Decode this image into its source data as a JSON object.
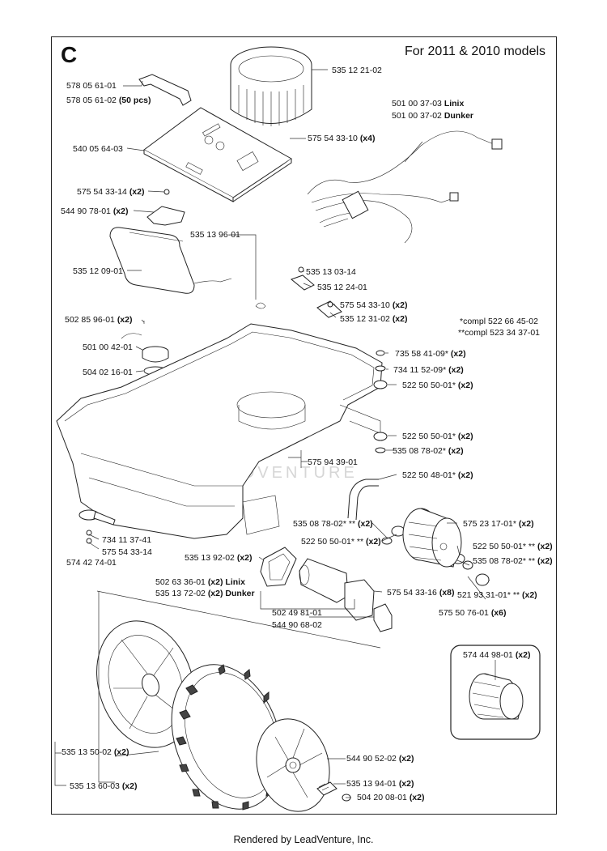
{
  "section_letter": "C",
  "models_title": "For 2011 & 2010 models",
  "footer": "Rendered by LeadVenture, Inc.",
  "watermark": "LEADVENTURE",
  "compl_notes": [
    {
      "mark": "*compl",
      "part": "522 66 45-02"
    },
    {
      "mark": "**compl",
      "part": "523 34 37-01"
    }
  ],
  "callouts": [
    {
      "part": "578 05 61-01",
      "qty": ""
    },
    {
      "part": "578 05 61-02",
      "qty": "(50 pcs)"
    },
    {
      "part": "540 05 64-03",
      "qty": ""
    },
    {
      "part": "575 54 33-14",
      "qty": "(x2)"
    },
    {
      "part": "544 90 78-01",
      "qty": "(x2)"
    },
    {
      "part": "535 12 09-01",
      "qty": ""
    },
    {
      "part": "502 85 96-01",
      "qty": "(x2)"
    },
    {
      "part": "501 00 42-01",
      "qty": ""
    },
    {
      "part": "504 02 16-01",
      "qty": ""
    },
    {
      "part": "734 11 37-41",
      "qty": ""
    },
    {
      "part": "575 54 33-14",
      "qty": ""
    },
    {
      "part": "574 42 74-01",
      "qty": ""
    },
    {
      "part": "535 12 21-02",
      "qty": ""
    },
    {
      "part": "575 54 33-10",
      "qty": "(x4)"
    },
    {
      "part": "501 00 37-03",
      "qty": "Linix"
    },
    {
      "part": "501 00 37-02",
      "qty": "Dunker"
    },
    {
      "part": "535 13 96-01",
      "qty": ""
    },
    {
      "part": "535 13 03-14",
      "qty": ""
    },
    {
      "part": "535 12 24-01",
      "qty": ""
    },
    {
      "part": "575 54 33-10",
      "qty": "(x2)"
    },
    {
      "part": "535 12 31-02",
      "qty": "(x2)"
    },
    {
      "part": "735 58 41-09*",
      "qty": "(x2)"
    },
    {
      "part": "734 11 52-09*",
      "qty": "(x2)"
    },
    {
      "part": "522 50 50-01*",
      "qty": "(x2)"
    },
    {
      "part": "522 50 50-01*",
      "qty": "(x2)"
    },
    {
      "part": "535 08 78-02*",
      "qty": "(x2)"
    },
    {
      "part": "575 94 39-01",
      "qty": ""
    },
    {
      "part": "522 50 48-01*",
      "qty": "(x2)"
    },
    {
      "part": "575 23 17-01*",
      "qty": "(x2)"
    },
    {
      "part": "535 08 78-02* **",
      "qty": "(x2)"
    },
    {
      "part": "522 50 50-01* **",
      "qty": "(x2)"
    },
    {
      "part": "522 50 50-01* **",
      "qty": "(x2)"
    },
    {
      "part": "535 08 78-02* **",
      "qty": "(x2)"
    },
    {
      "part": "535 13 92-02",
      "qty": "(x2)"
    },
    {
      "part": "502 63 36-01",
      "qty": "(x2) Linix"
    },
    {
      "part": "535 13 72-02",
      "qty": "(x2) Dunker"
    },
    {
      "part": "575 54 33-16",
      "qty": "(x8)"
    },
    {
      "part": "521 93 31-01* **",
      "qty": "(x2)"
    },
    {
      "part": "575 50 76-01",
      "qty": "(x6)"
    },
    {
      "part": "502 49 81-01",
      "qty": ""
    },
    {
      "part": "544 90 68-02",
      "qty": ""
    },
    {
      "part": "574 44 98-01",
      "qty": "(x2)"
    },
    {
      "part": "535 13 50-02",
      "qty": "(x2)"
    },
    {
      "part": "535 13 60-03",
      "qty": "(x2)"
    },
    {
      "part": "544 90 52-02",
      "qty": "(x2)"
    },
    {
      "part": "535 13 94-01",
      "qty": "(x2)"
    },
    {
      "part": "504 20 08-01",
      "qty": "(x2)"
    }
  ]
}
